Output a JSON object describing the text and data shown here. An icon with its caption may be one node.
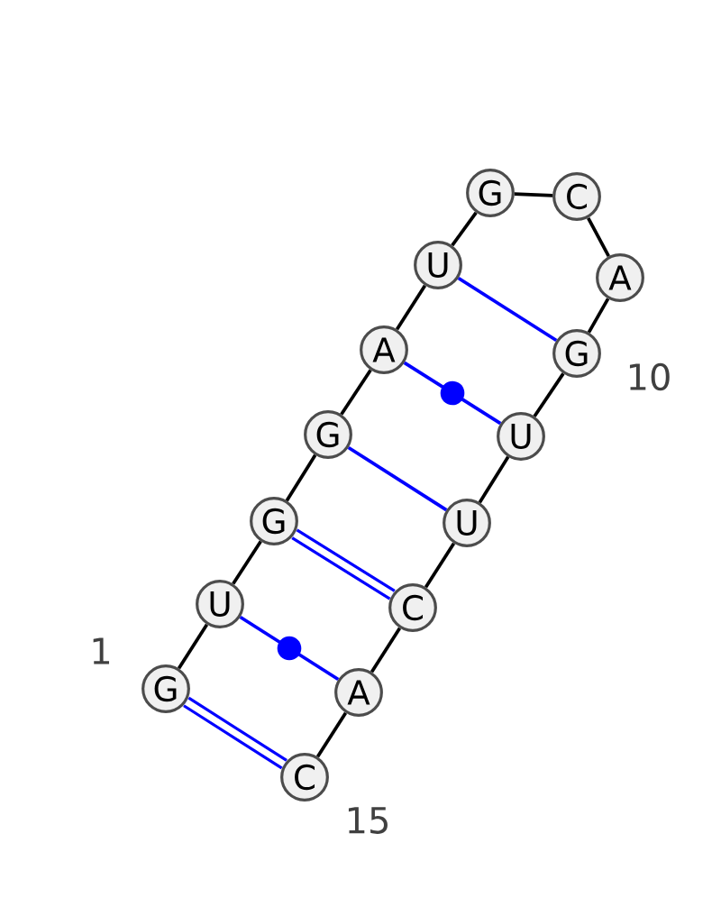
{
  "diagram": {
    "nodes": [
      {
        "text": [
          "G"
        ]
      },
      {
        "text": [
          "U"
        ]
      },
      {
        "text": [
          "G"
        ]
      },
      {
        "text": [
          "G"
        ]
      },
      {
        "text": [
          "A"
        ]
      },
      {
        "text": [
          "U"
        ]
      },
      {
        "text": [
          "G"
        ]
      },
      {
        "text": [
          "C"
        ]
      },
      {
        "text": [
          "A"
        ]
      },
      {
        "text": [
          "G"
        ]
      },
      {
        "text": [
          "U"
        ]
      },
      {
        "text": [
          "U"
        ]
      },
      {
        "text": [
          "C"
        ]
      },
      {
        "text": [
          "A"
        ]
      },
      {
        "text": [
          "C"
        ]
      }
    ],
    "edges": [
      {
        "from": 0,
        "to": 1,
        "arrow": "none"
      },
      {
        "from": 1,
        "to": 2,
        "arrow": "none"
      },
      {
        "from": 2,
        "to": 3,
        "arrow": "none"
      },
      {
        "from": 3,
        "to": 4,
        "arrow": "none"
      },
      {
        "from": 4,
        "to": 5,
        "arrow": "none"
      },
      {
        "from": 5,
        "to": 6,
        "arrow": "none"
      },
      {
        "from": 6,
        "to": 7,
        "arrow": "none"
      },
      {
        "from": 7,
        "to": 8,
        "arrow": "none"
      },
      {
        "from": 8,
        "to": 9,
        "arrow": "none"
      },
      {
        "from": 9,
        "to": 10,
        "arrow": "none"
      },
      {
        "from": 10,
        "to": 11,
        "arrow": "none"
      },
      {
        "from": 11,
        "to": 12,
        "arrow": "none"
      },
      {
        "from": 12,
        "to": 13,
        "arrow": "none"
      },
      {
        "from": 13,
        "to": 14,
        "arrow": "none"
      },
      {
        "from": 0,
        "to": 14,
        "arrow": "none",
        "color": "#0000ff",
        "style": "thick"
      },
      {
        "from": 1,
        "to": 13,
        "arrow": "none",
        "color": "#0000ff"
      },
      {
        "from": 2,
        "to": 12,
        "arrow": "none",
        "color": "#0000ff",
        "style": "thick"
      },
      {
        "from": 3,
        "to": 11,
        "arrow": "none",
        "color": "#0000ff"
      },
      {
        "from": 4,
        "to": 10,
        "arrow": "none",
        "color": "#0000ff"
      },
      {
        "from": 5,
        "to": 9,
        "arrow": "none",
        "color": "#0000ff"
      }
    ],
    "labels": [
      "10",
      "1",
      "15"
    ]
  }
}
